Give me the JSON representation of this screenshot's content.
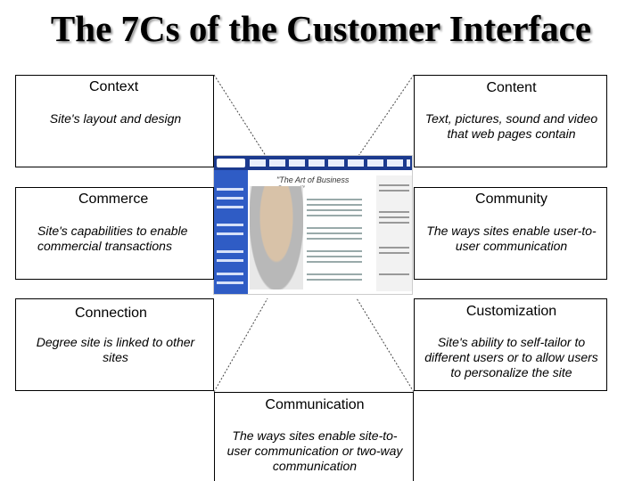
{
  "title": "The 7Cs of the Customer Interface",
  "boxes": {
    "context": {
      "head": "Context",
      "desc": "Site's layout and design"
    },
    "content": {
      "head": "Content",
      "desc": "Text, pictures, sound and video that web pages contain"
    },
    "commerce": {
      "head": "Commerce",
      "desc": "Site's capabilities to enable commercial transactions"
    },
    "community": {
      "head": "Community",
      "desc": "The ways sites enable user-to-user communication"
    },
    "connection": {
      "head": "Connection",
      "desc": "Degree site is linked to other sites"
    },
    "customization": {
      "head": "Customization",
      "desc": "Site's ability to self-tailor to different users or to allow users to personalize the site"
    },
    "communication": {
      "head": "Communication",
      "desc": "The ways sites enable site-to-user communication or two-way communication"
    }
  },
  "site": {
    "headline": "\"The Art of Business Casual\""
  }
}
